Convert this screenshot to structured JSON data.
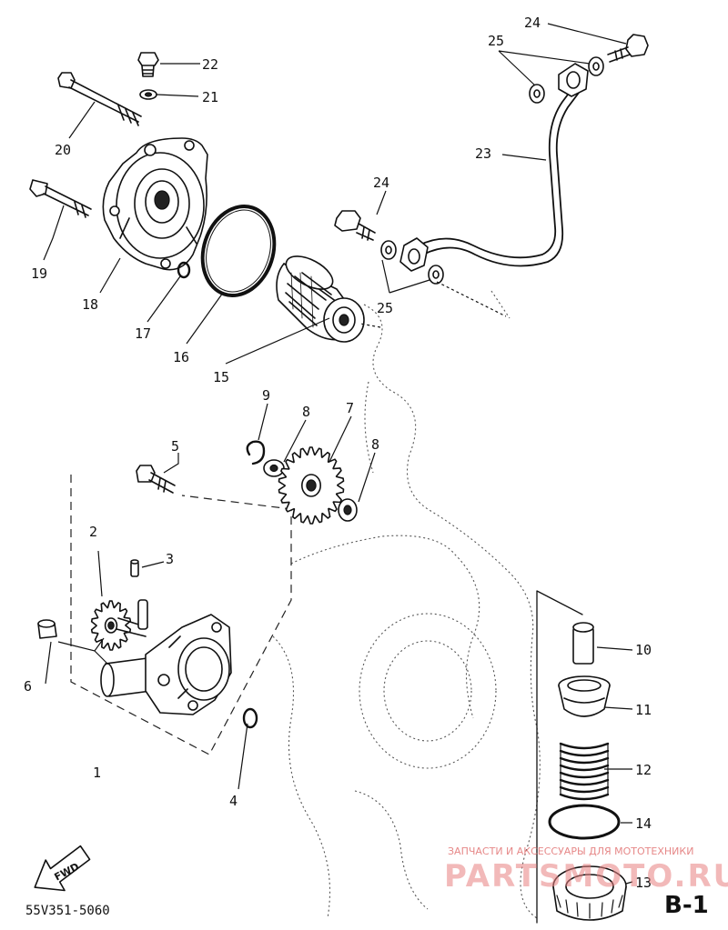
{
  "parts": [
    {
      "no": "1"
    },
    {
      "no": "2"
    },
    {
      "no": "3"
    },
    {
      "no": "4"
    },
    {
      "no": "5"
    },
    {
      "no": "6"
    },
    {
      "no": "7"
    },
    {
      "no": "8"
    },
    {
      "no": "9"
    },
    {
      "no": "10"
    },
    {
      "no": "11"
    },
    {
      "no": "12"
    },
    {
      "no": "13"
    },
    {
      "no": "14"
    },
    {
      "no": "15"
    },
    {
      "no": "16"
    },
    {
      "no": "17"
    },
    {
      "no": "18"
    },
    {
      "no": "19"
    },
    {
      "no": "20"
    },
    {
      "no": "21"
    },
    {
      "no": "22"
    },
    {
      "no": "23"
    },
    {
      "no": "24"
    },
    {
      "no": "25"
    }
  ],
  "direction_mark": "FWD",
  "drawing_code": "55V351-5060",
  "sheet_label": "B-1",
  "watermark": {
    "tagline": "ЗАПЧАСТИ И АКСЕССУАРЫ ДЛЯ МОТОТЕХНИКИ",
    "brand": "PARTSMOTO.RU"
  }
}
